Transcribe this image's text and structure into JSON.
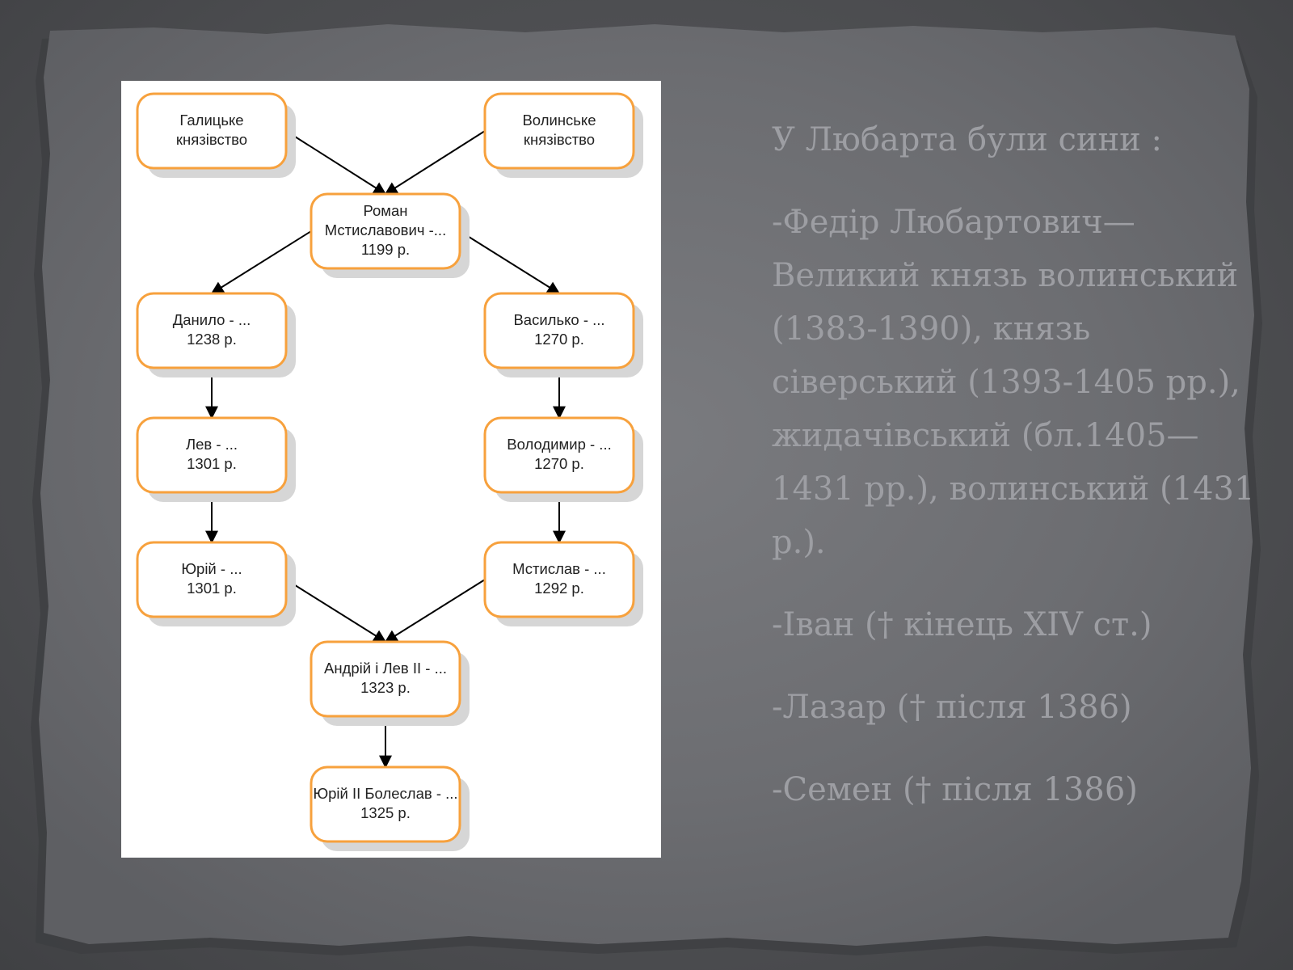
{
  "diagram": {
    "nodes": {
      "galytske": [
        "Галицьке",
        "князівство"
      ],
      "volynske": [
        "Волинське",
        "князівство"
      ],
      "roman": [
        "Роман",
        "Мстиславович -...",
        "1199 р."
      ],
      "danylo": [
        "Данило - ...",
        "1238 р."
      ],
      "vasylko": [
        "Василько - ...",
        "1270 р."
      ],
      "lev": [
        "Лев - ...",
        "1301 р."
      ],
      "volodymyr": [
        "Володимир - ...",
        "1270 р."
      ],
      "yuriy": [
        "Юрій - ...",
        "1301 р."
      ],
      "mstyslav": [
        "Мстислав - ...",
        "1292 р."
      ],
      "andriy_lev": [
        "Андрій і Лев ІІ - ...",
        "1323 р."
      ],
      "yuriy_boleslav": [
        "Юрій ІІ Болеслав - ...",
        "1325 р."
      ]
    },
    "edges": [
      [
        "galytske",
        "roman"
      ],
      [
        "volynske",
        "roman"
      ],
      [
        "roman",
        "danylo"
      ],
      [
        "roman",
        "vasylko"
      ],
      [
        "danylo",
        "lev"
      ],
      [
        "vasylko",
        "volodymyr"
      ],
      [
        "lev",
        "yuriy"
      ],
      [
        "volodymyr",
        "mstyslav"
      ],
      [
        "yuriy",
        "andriy_lev"
      ],
      [
        "mstyslav",
        "andriy_lev"
      ],
      [
        "andriy_lev",
        "yuriy_boleslav"
      ]
    ],
    "colors": {
      "node_border": "#f7a13d",
      "node_fill": "#ffffff",
      "background": "#ffffff",
      "arrow": "#000000"
    }
  },
  "text": {
    "heading": "У Любарта були сини :",
    "fedir": "-Федір Любартович— Великий князь волинський (1383-1390), князь сіверський (1393-1405 рр.), жидачівський (бл.1405—1431 рр.), волинський (1431 р.).",
    "ivan": "-Іван († кінець XIV ст.)",
    "lazar": "-Лазар († після 1386)",
    "semen": "-Семен († після 1386)"
  },
  "colors": {
    "slide_background": "#4e4f52",
    "paper": "#6e6f73",
    "text": "#9d9ea3"
  }
}
